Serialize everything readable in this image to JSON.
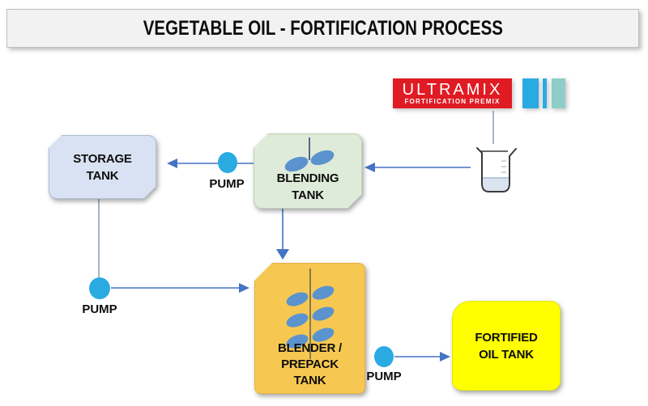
{
  "slide": {
    "title": "VEGETABLE OIL - FORTIFICATION PROCESS"
  },
  "logo": {
    "brand": "ULTRAMIX",
    "tagline": "FORTIFICATION PREMIX",
    "bg": "#E01B24",
    "stripes": [
      "#29ABE2",
      "#29ABE2",
      "#8FCDC9"
    ]
  },
  "nodes": {
    "storage_tank": {
      "lines": [
        "STORAGE",
        "TANK"
      ],
      "fill": "#D9E2F2"
    },
    "blending_tank": {
      "lines": [
        "BLENDING",
        "TANK"
      ],
      "fill": "#DFEBD9"
    },
    "blender_prepack_tank": {
      "lines": [
        "BLENDER /",
        "PREPACK",
        "TANK"
      ],
      "fill": "#F6C851"
    },
    "fortified_oil_tank": {
      "lines": [
        "FORTIFIED",
        "OIL TANK"
      ],
      "fill": "#FFFF00"
    }
  },
  "pumps": [
    {
      "label": "PUMP"
    },
    {
      "label": "PUMP"
    },
    {
      "label": "PUMP"
    }
  ],
  "colors": {
    "arrow": "#4472C4",
    "connector": "#8A9BAA",
    "pump": "#29ABE2",
    "propeller": "#5B93CE",
    "stem_blending": "#33466E",
    "stem_blender": "#4D4D4D",
    "beaker_outline": "#3A3A3A",
    "liquid": "#D9E4F0"
  },
  "flows": [
    {
      "from": "ultramix-premix",
      "to": "beaker"
    },
    {
      "from": "beaker",
      "to": "blending-tank"
    },
    {
      "from": "blending-tank",
      "to": "storage-tank",
      "via": "pump"
    },
    {
      "from": "storage-tank",
      "to": "blender-prepack-tank",
      "via": "pump"
    },
    {
      "from": "blending-tank",
      "to": "blender-prepack-tank"
    },
    {
      "from": "blender-prepack-tank",
      "to": "fortified-oil-tank",
      "via": "pump"
    }
  ]
}
